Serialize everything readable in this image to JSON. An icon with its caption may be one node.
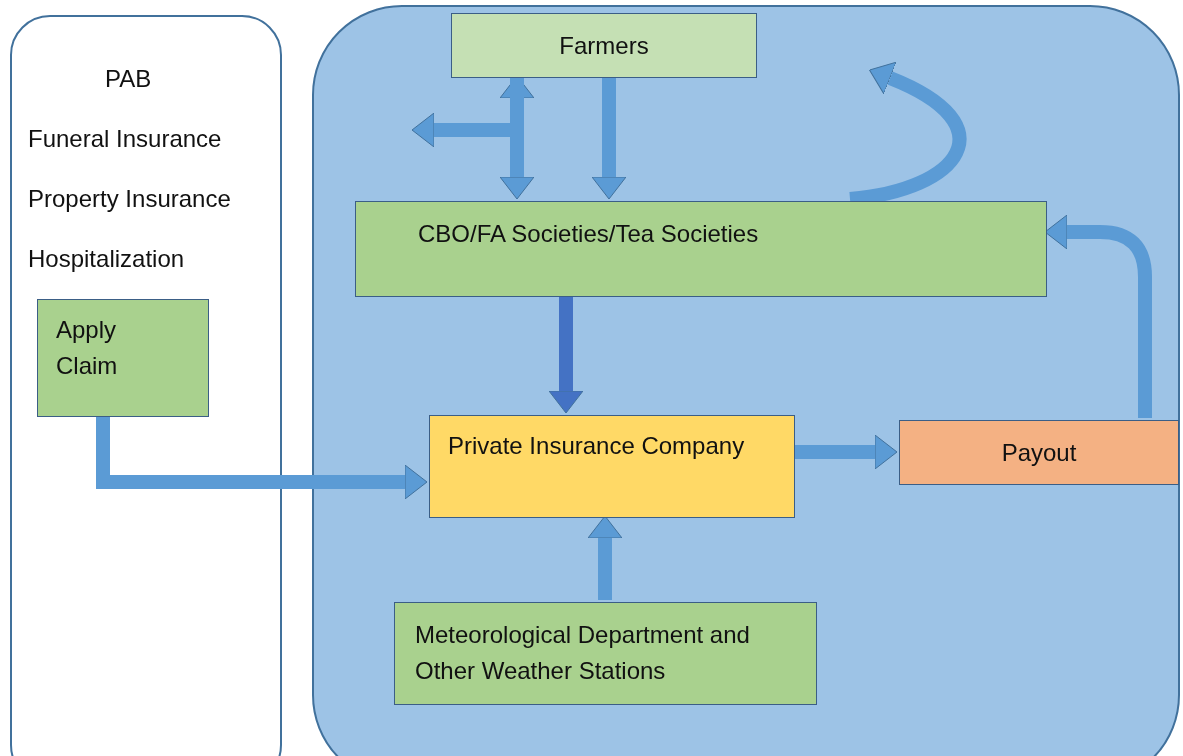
{
  "diagram": {
    "nodes": [
      {
        "text": [
          "PAB",
          "Funeral Insurance",
          "Property Insurance",
          "Hospitalization"
        ]
      },
      {
        "text": [
          "Apply Claim"
        ],
        "in": 0
      },
      {
        "text": [],
        "shape": "box"
      },
      {
        "text": [
          "Farmers"
        ],
        "in": 2
      },
      {
        "text": [
          "CBO/FA Societies/Tea Societies"
        ],
        "in": 2
      },
      {
        "text": [
          "Private Insurance Company"
        ],
        "in": 2
      },
      {
        "text": [
          "Payout"
        ],
        "in": 2
      },
      {
        "text": [
          "Meteorological Department and Other Weather Stations"
        ],
        "in": 2
      }
    ],
    "edges": [
      {
        "from": 3,
        "to": 4,
        "arrow": "to"
      },
      {
        "from": 3,
        "to": 4,
        "arrow": "both"
      },
      {
        "from": 4,
        "to": 5,
        "arrow": "to",
        "color": "#4472c4"
      },
      {
        "from": 1,
        "to": 5,
        "arrow": "to"
      },
      {
        "from": 5,
        "to": 6,
        "arrow": "to"
      },
      {
        "from": 7,
        "to": 5,
        "arrow": "to"
      },
      {
        "from": 6,
        "to": 4,
        "arrow": "to"
      },
      {
        "from": 4,
        "to": null,
        "arrow": "to"
      },
      {
        "from": 3,
        "to": null,
        "arrow": "to"
      }
    ]
  }
}
